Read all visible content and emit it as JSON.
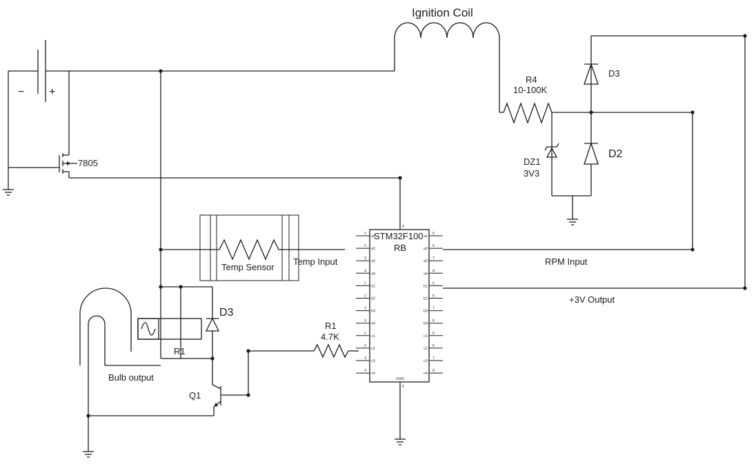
{
  "labels": {
    "ignition_coil": "Ignition Coil",
    "r4_name": "R4",
    "r4_value": "10-100K",
    "d3_top": "D3",
    "d2": "D2",
    "dz1_name": "DZ1",
    "dz1_value": "3V3",
    "battery_minus": "−",
    "battery_plus": "+",
    "regulator": "7805",
    "mcu_line1": "STM32F100",
    "mcu_line2": "RB",
    "mcu_top_pin": "0",
    "mcu_gnd": "GND",
    "mcu_bottom_pin": "0",
    "temp_sensor": "Temp Sensor",
    "temp_input": "Temp Input",
    "rpm_input": "RPM Input",
    "v3_output": "+3V Output",
    "d3_relay": "D3",
    "relay": "R1",
    "r1_name": "R1",
    "r1_value": "4.7K",
    "bulb_output": "Bulb output",
    "q1": "Q1"
  },
  "mcu_pins": {
    "left": [
      {
        "num": "1",
        "name": "a1"
      },
      {
        "num": "2",
        "name": "a2"
      },
      {
        "num": "3",
        "name": "a3"
      },
      {
        "num": "4",
        "name": "a4"
      },
      {
        "num": "1",
        "name": "b1"
      },
      {
        "num": "2",
        "name": "b2"
      },
      {
        "num": "3",
        "name": "b3"
      },
      {
        "num": "4",
        "name": "b4"
      },
      {
        "num": "1",
        "name": "c1"
      },
      {
        "num": "2",
        "name": "c2"
      },
      {
        "num": "3",
        "name": "c3"
      },
      {
        "num": "4",
        "name": "c4"
      }
    ],
    "right": [
      {
        "num": "5",
        "name": "a1"
      },
      {
        "num": "6",
        "name": "a2"
      },
      {
        "num": "7",
        "name": "a3"
      },
      {
        "num": "8",
        "name": "a4"
      },
      {
        "num": "5",
        "name": "b1"
      },
      {
        "num": "6",
        "name": "b2"
      },
      {
        "num": "7",
        "name": "b3"
      },
      {
        "num": "8",
        "name": "b4"
      },
      {
        "num": "5",
        "name": "c1"
      },
      {
        "num": "6",
        "name": "c2"
      },
      {
        "num": "7",
        "name": "c3"
      },
      {
        "num": "8",
        "name": "c4"
      }
    ]
  }
}
